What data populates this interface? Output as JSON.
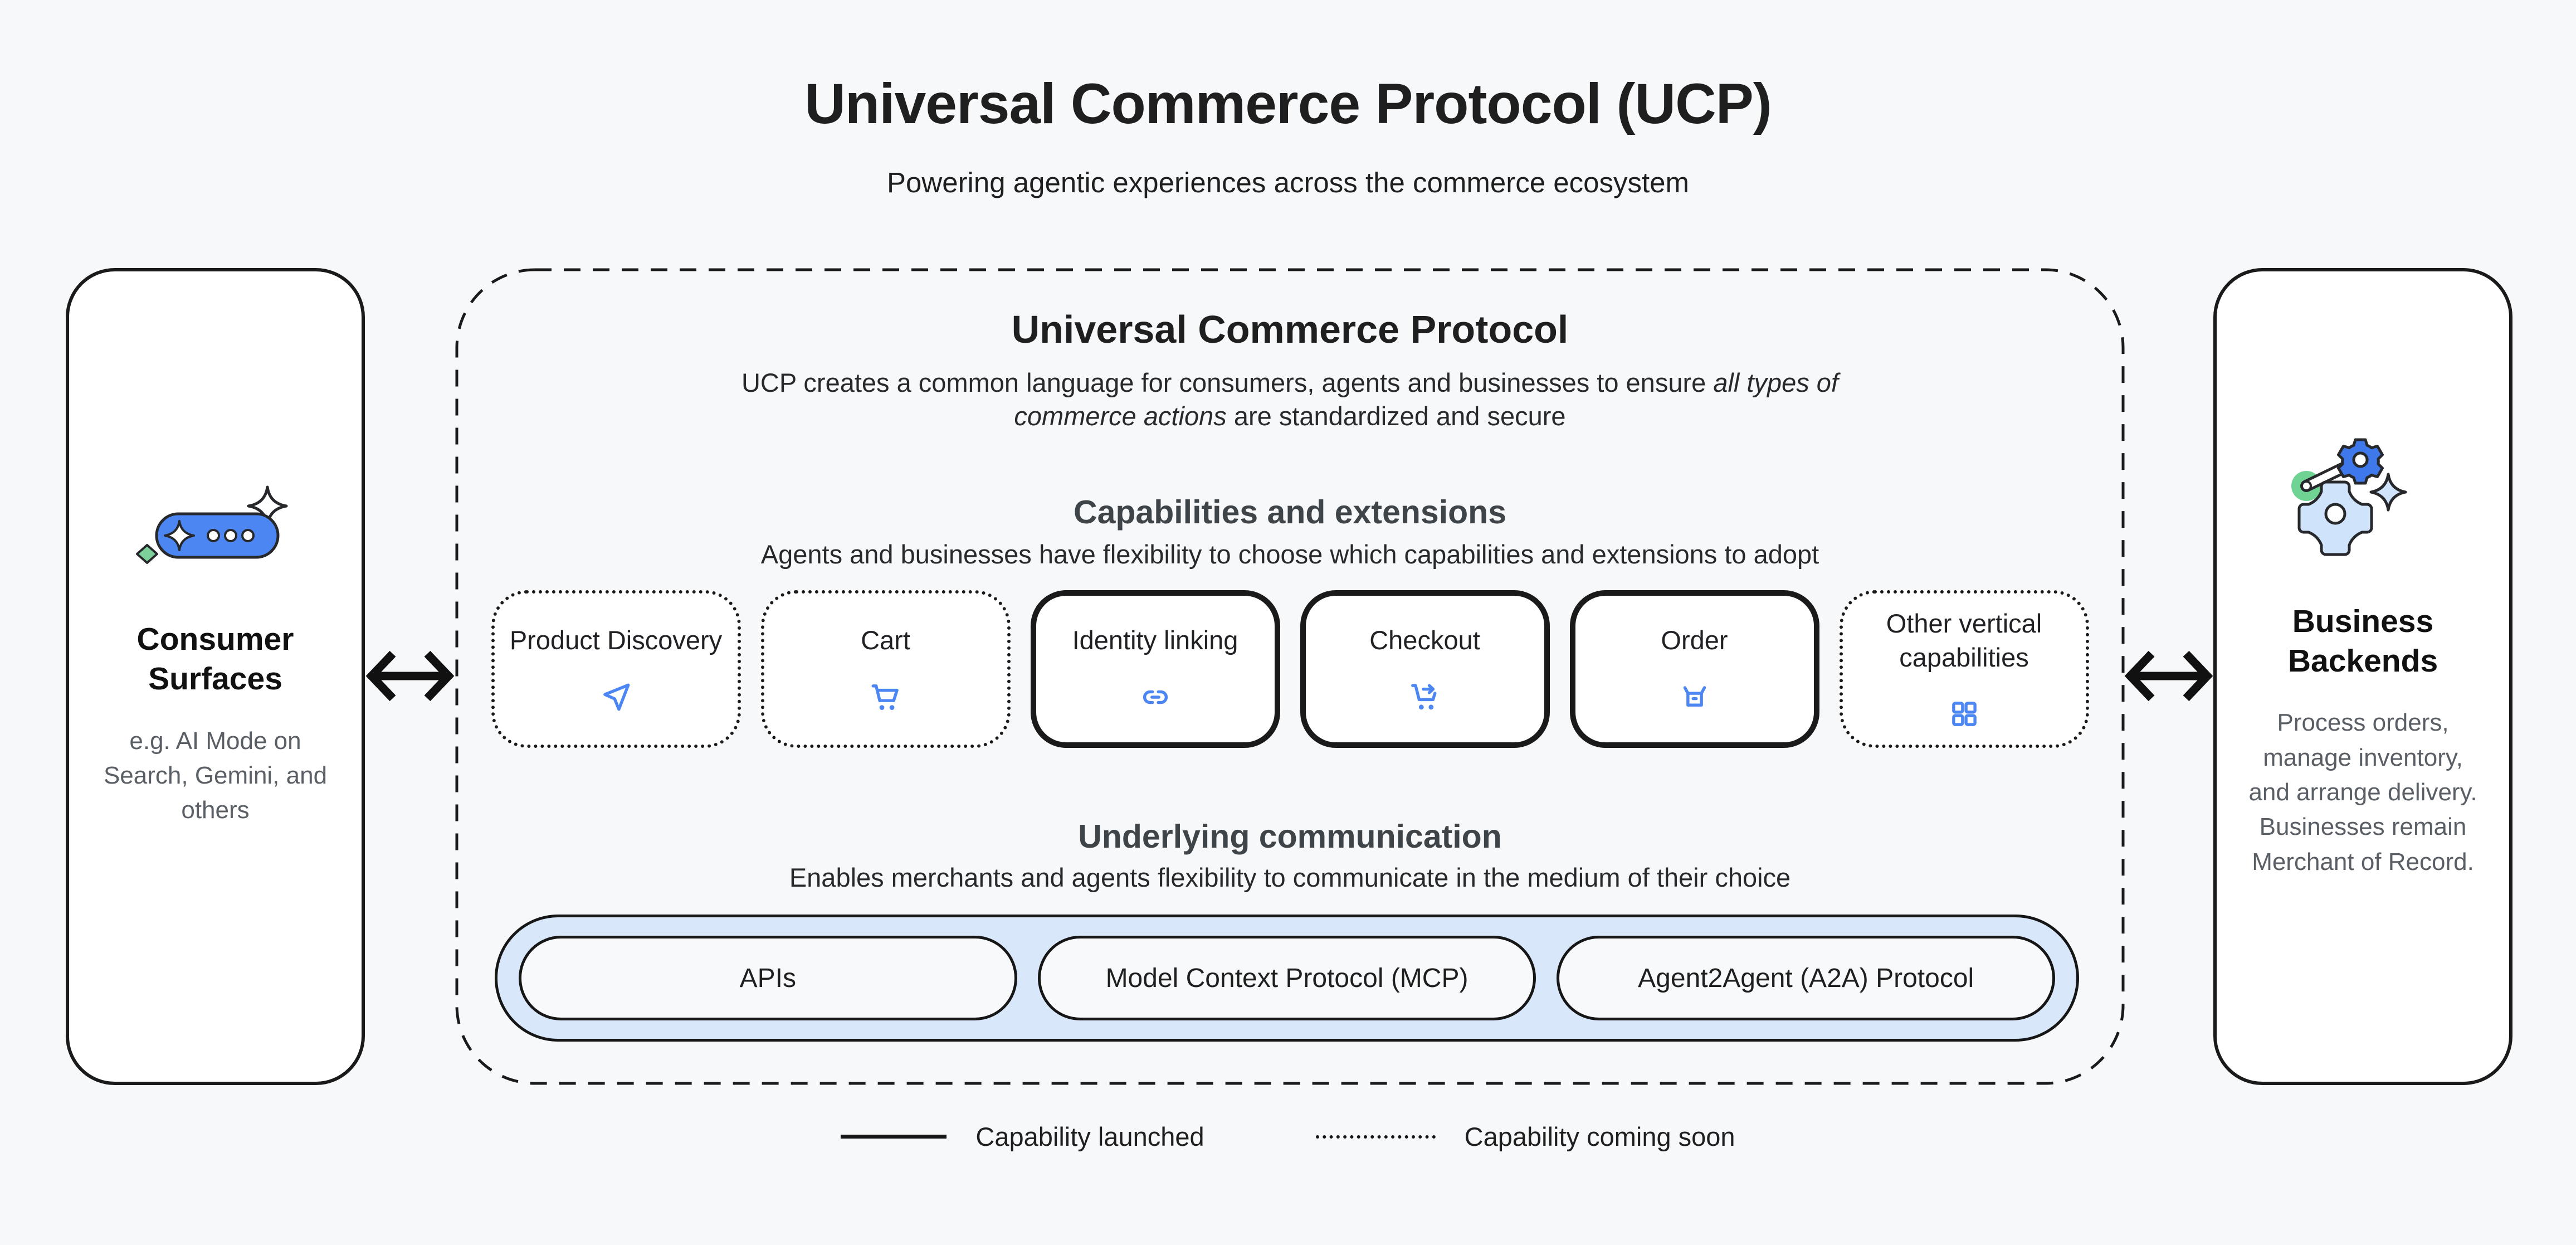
{
  "page": {
    "title": "Universal Commerce Protocol (UCP)",
    "subtitle": "Powering agentic experiences across the commerce ecosystem"
  },
  "colors": {
    "background": "#f7f8fa",
    "accent_blue": "#4c86f2",
    "light_blue_fill": "#d9e7fb",
    "green": "#6fd394",
    "outline_black": "#1a1a1a"
  },
  "consumer_panel": {
    "icon": "chat-sparkle-icon",
    "title": "Consumer Surfaces",
    "description": "e.g. AI Mode on Search, Gemini, and others"
  },
  "business_panel": {
    "icon": "gears-wrench-icon",
    "title": "Business Backends",
    "description": "Process orders, manage inventory, and arrange delivery. Businesses remain Merchant of Record."
  },
  "protocol_panel": {
    "title": "Universal Commerce Protocol",
    "description_prefix": "UCP creates a common language for consumers, agents and businesses to ensure ",
    "description_italic": "all types of commerce actions",
    "description_suffix": " are standardized and secure",
    "capabilities_section": {
      "heading": "Capabilities and extensions",
      "subheading": "Agents and businesses have flexibility to choose which capabilities and extensions to adopt",
      "items": [
        {
          "label": "Product Discovery",
          "icon": "navigation-arrow-icon",
          "status": "coming soon"
        },
        {
          "label": "Cart",
          "icon": "shopping-cart-icon",
          "status": "coming soon"
        },
        {
          "label": "Identity linking",
          "icon": "link-icon",
          "status": "launched"
        },
        {
          "label": "Checkout",
          "icon": "cart-checkout-icon",
          "status": "launched"
        },
        {
          "label": "Order",
          "icon": "open-box-icon",
          "status": "launched"
        },
        {
          "label": "Other vertical capabilities",
          "icon": "grid-icon",
          "status": "coming soon"
        }
      ]
    },
    "underlying_section": {
      "heading": "Underlying communication",
      "subheading": "Enables merchants and agents flexibility to communicate in the medium of their choice",
      "pills": [
        "APIs",
        "Model Context Protocol (MCP)",
        "Agent2Agent (A2A) Protocol"
      ]
    }
  },
  "legend": {
    "launched_label": "Capability launched",
    "coming_soon_label": "Capability coming soon"
  }
}
